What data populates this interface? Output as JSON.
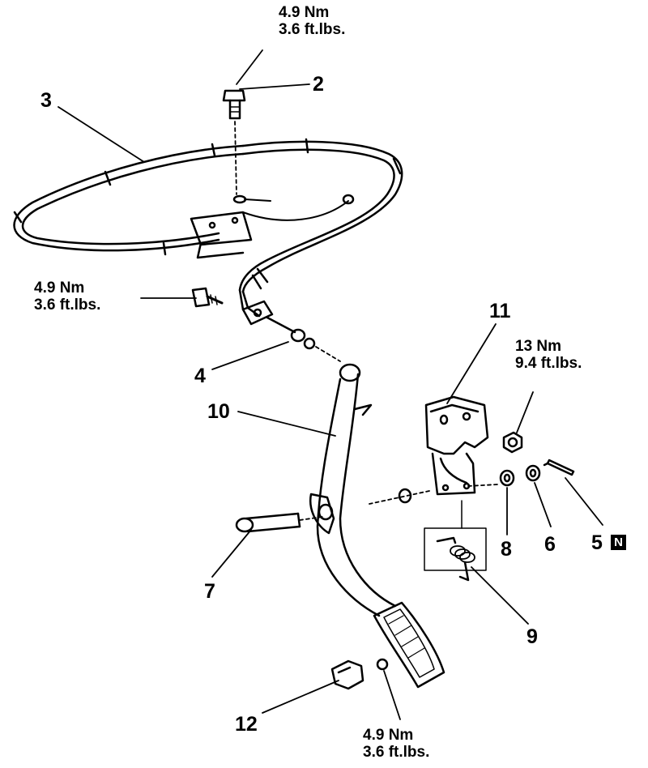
{
  "callouts": {
    "c2": "2",
    "c3": "3",
    "c4": "4",
    "c5": "5",
    "c6": "6",
    "c7": "7",
    "c8": "8",
    "c9": "9",
    "c10": "10",
    "c11": "11",
    "c12": "12"
  },
  "new_part_badge": "N",
  "torque": {
    "bolt_top": {
      "nm": "4.9 Nm",
      "ftlb": "3.6 ft.lbs."
    },
    "bolt_left": {
      "nm": "4.9 Nm",
      "ftlb": "3.6 ft.lbs."
    },
    "nut_right": {
      "nm": "13 Nm",
      "ftlb": "9.4 ft.lbs."
    },
    "stop_bottom": {
      "nm": "4.9 Nm",
      "ftlb": "3.6 ft.lbs."
    }
  }
}
